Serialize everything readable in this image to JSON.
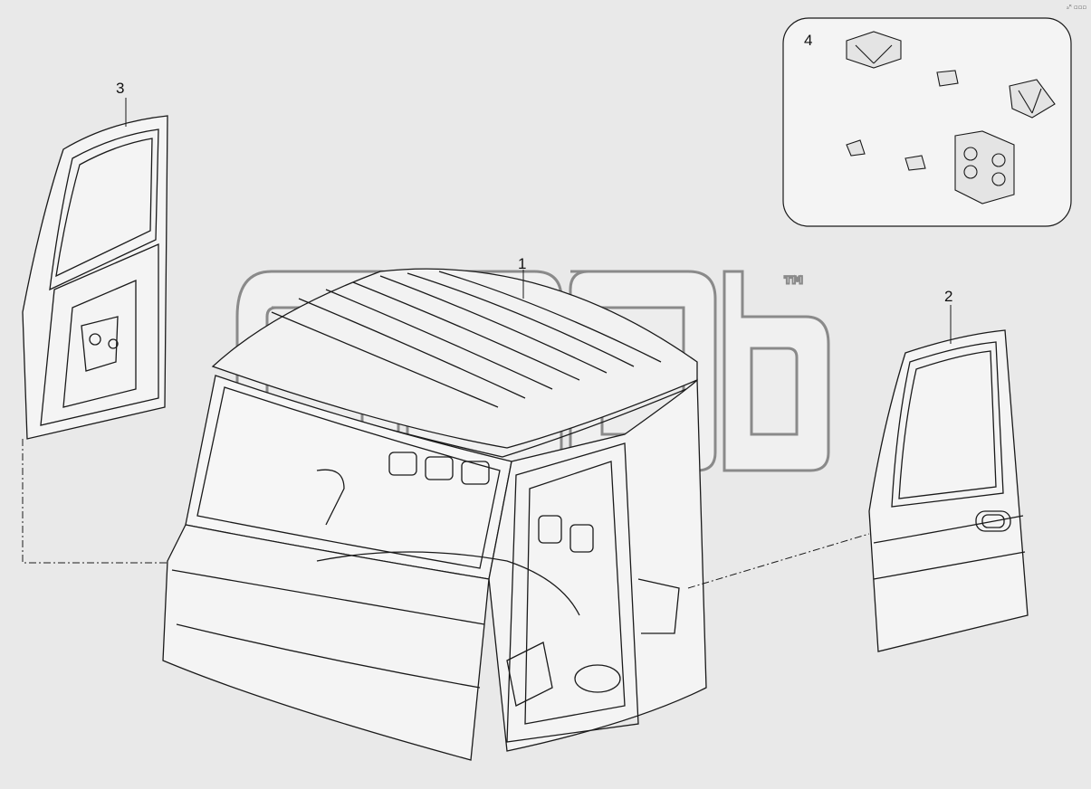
{
  "diagram": {
    "callouts": [
      {
        "id": "cab",
        "label": "1"
      },
      {
        "id": "door-right",
        "label": "2"
      },
      {
        "id": "door-left",
        "label": "3"
      },
      {
        "id": "brackets-kit",
        "label": "4"
      }
    ],
    "watermark": {
      "trademark": "™"
    },
    "corner_mark": "ₐᴿ ▫▫▫"
  },
  "colors": {
    "background": "#e9e9e9",
    "line": "#1a1a1a",
    "panel_fill": "#f4f4f4",
    "watermark_stroke": "#8a8a8a"
  }
}
